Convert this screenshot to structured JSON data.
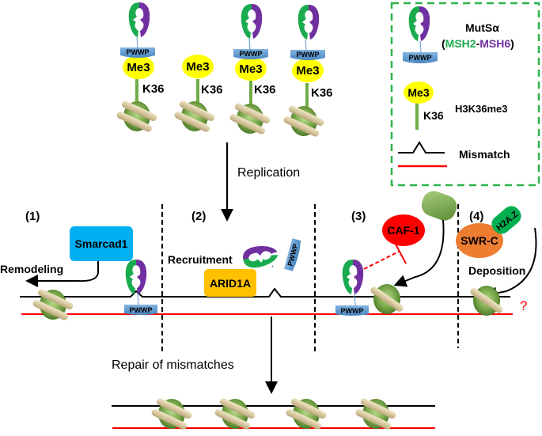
{
  "figure": {
    "top_row": {
      "pwwp_label": "PWWP",
      "me3_label": "Me3",
      "k36_label": "K36"
    },
    "legend": {
      "mutsa_title": "MutSα",
      "mutsa_open": "(",
      "msh2": "MSH2",
      "dash": "-",
      "msh6": "MSH6",
      "mutsa_close": ")",
      "pwwp_label": "PWWP",
      "me3_label": "Me3",
      "k36_label": "K36",
      "h3k36me3": "H3K36me3",
      "mismatch": "Mismatch"
    },
    "steps": {
      "replication": "Replication",
      "repair": "Repair of mismatches"
    },
    "panels": [
      {
        "number": "(1)",
        "protein": "Smarcad1",
        "action": "Remodeling",
        "pwwp": "PWWP"
      },
      {
        "number": "(2)",
        "protein": "ARID1A",
        "action": "Recruitment",
        "pwwp": "PWWP"
      },
      {
        "number": "(3)",
        "protein": "CAF-1",
        "pwwp": "PWWP"
      },
      {
        "number": "(4)",
        "protein": "SWR-C",
        "variant": "H2A.Z",
        "action": "Deposition",
        "unknown": "?"
      }
    ],
    "colors": {
      "msh2_green": "#1aab4f",
      "msh6_purple": "#7030a0",
      "pwwp_blue": "#5b9bd5",
      "me3_yellow": "#ffff00",
      "k36_stem": "#70ad47",
      "smarcad1_cyan": "#00b0f0",
      "arid1a_orange": "#ffc000",
      "caf1_red": "#ff0000",
      "swrc_orange": "#ed7d31",
      "h2az_green": "#00b050",
      "legend_border": "#2db34a",
      "strand_red": "#ff0000",
      "strand_black": "#000000"
    }
  }
}
